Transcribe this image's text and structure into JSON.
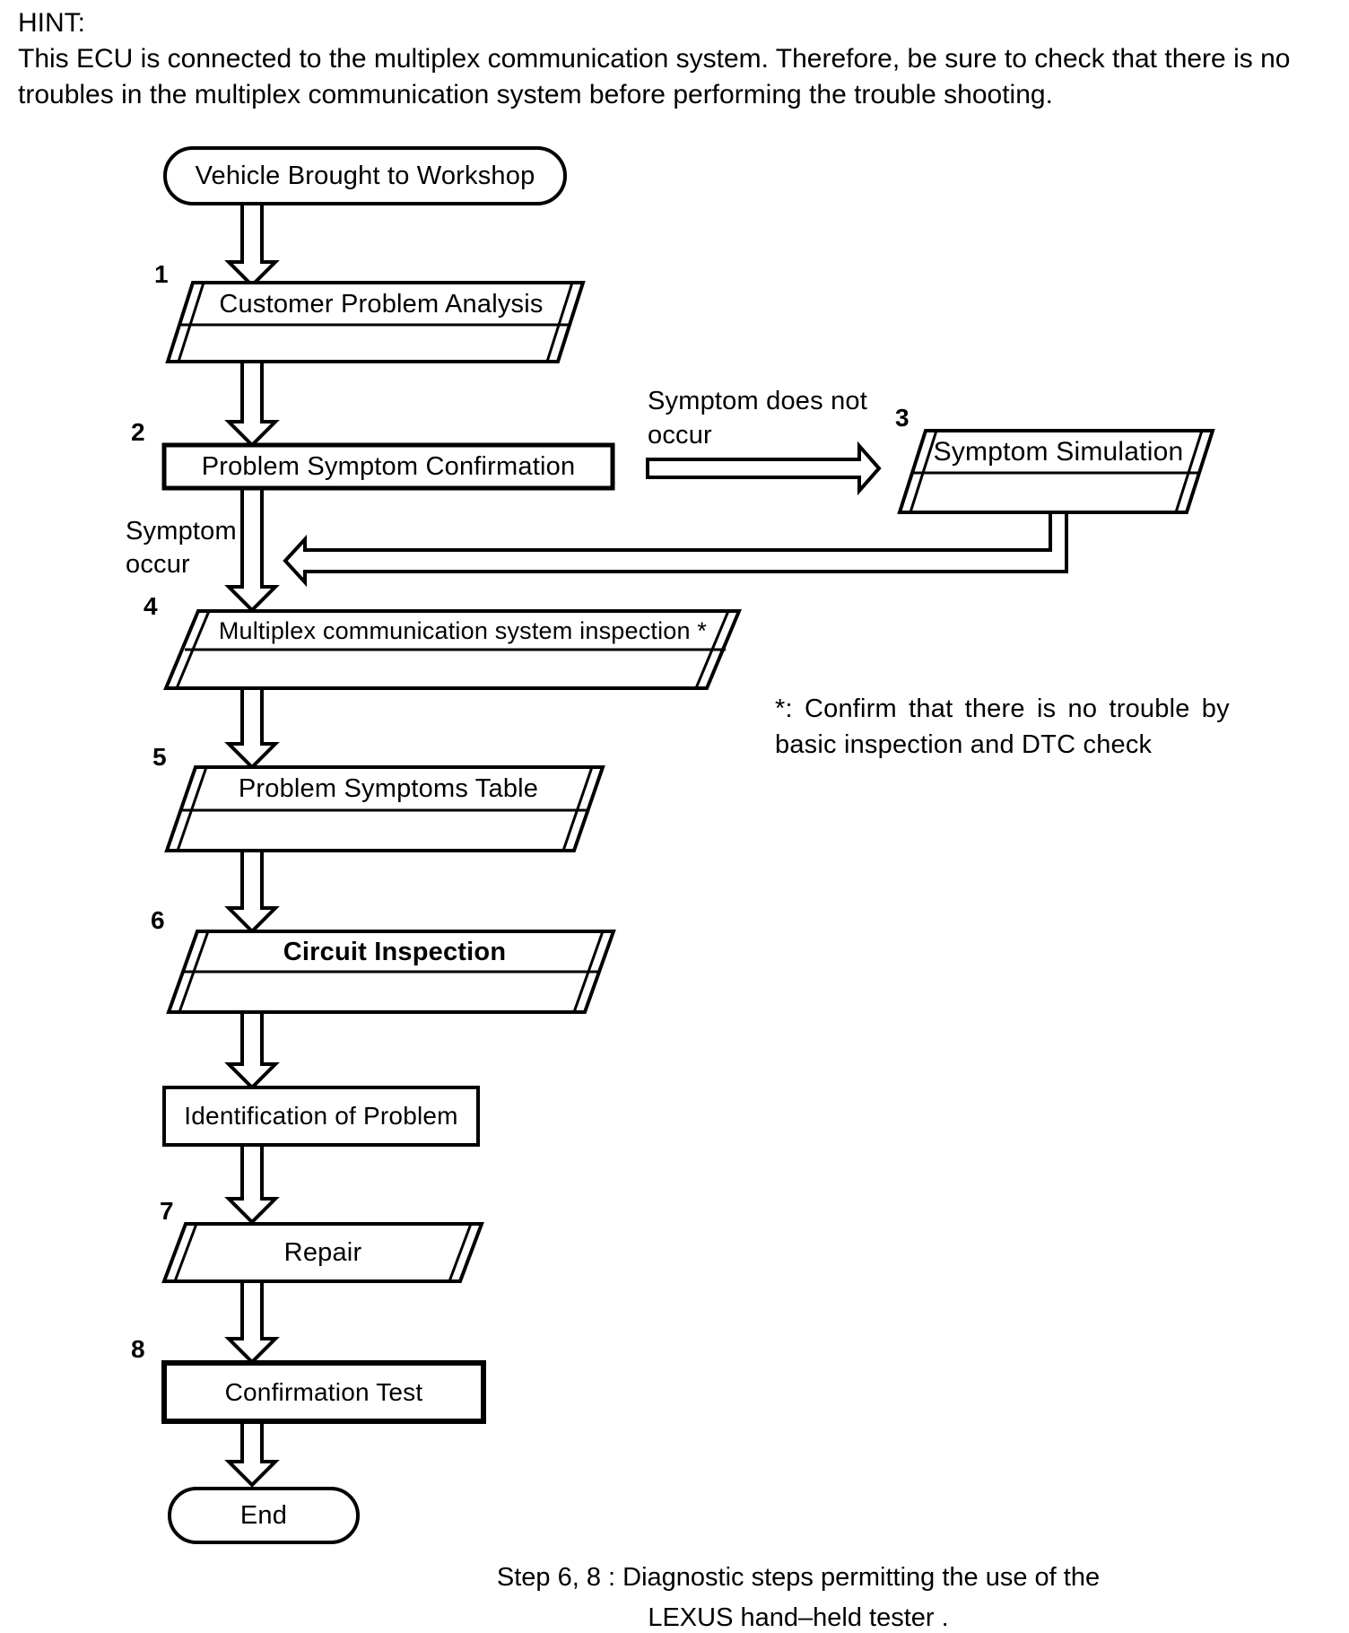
{
  "page": {
    "hint_label": "HINT:",
    "hint_line1": "This ECU is connected to the multiplex communication system. Therefore, be sure to check that there is no",
    "hint_line2": "troubles in the multiplex communication system before performing the trouble shooting."
  },
  "flowchart": {
    "start": "Vehicle Brought to Workshop",
    "step1": {
      "num": "1",
      "label": "Customer Problem Analysis"
    },
    "step2": {
      "num": "2",
      "label": "Problem Symptom Confirmation"
    },
    "step3": {
      "num": "3",
      "label": "Symptom Simulation"
    },
    "step4": {
      "num": "4",
      "label": "Multiplex communication system inspection *"
    },
    "step5": {
      "num": "5",
      "label": "Problem Symptoms Table"
    },
    "step6": {
      "num": "6",
      "label": "Circuit Inspection"
    },
    "identification": "Identification of Problem",
    "step7": {
      "num": "7",
      "label": "Repair"
    },
    "step8": {
      "num": "8",
      "label": "Confirmation Test"
    },
    "end": "End",
    "branch_no_line1": "Symptom does not",
    "branch_no_line2": "occur",
    "branch_yes_line1": "Symptom",
    "branch_yes_line2": "occur"
  },
  "notes": {
    "asterisk_line1": "*: Confirm that there is no trouble by",
    "asterisk_line2": "basic inspection and DTC check",
    "footer_line1": "Step 6, 8 : Diagnostic steps permitting the use of the",
    "footer_line2": "LEXUS hand–held tester ."
  },
  "colors": {
    "ink": "#000000",
    "paper": "#ffffff"
  }
}
